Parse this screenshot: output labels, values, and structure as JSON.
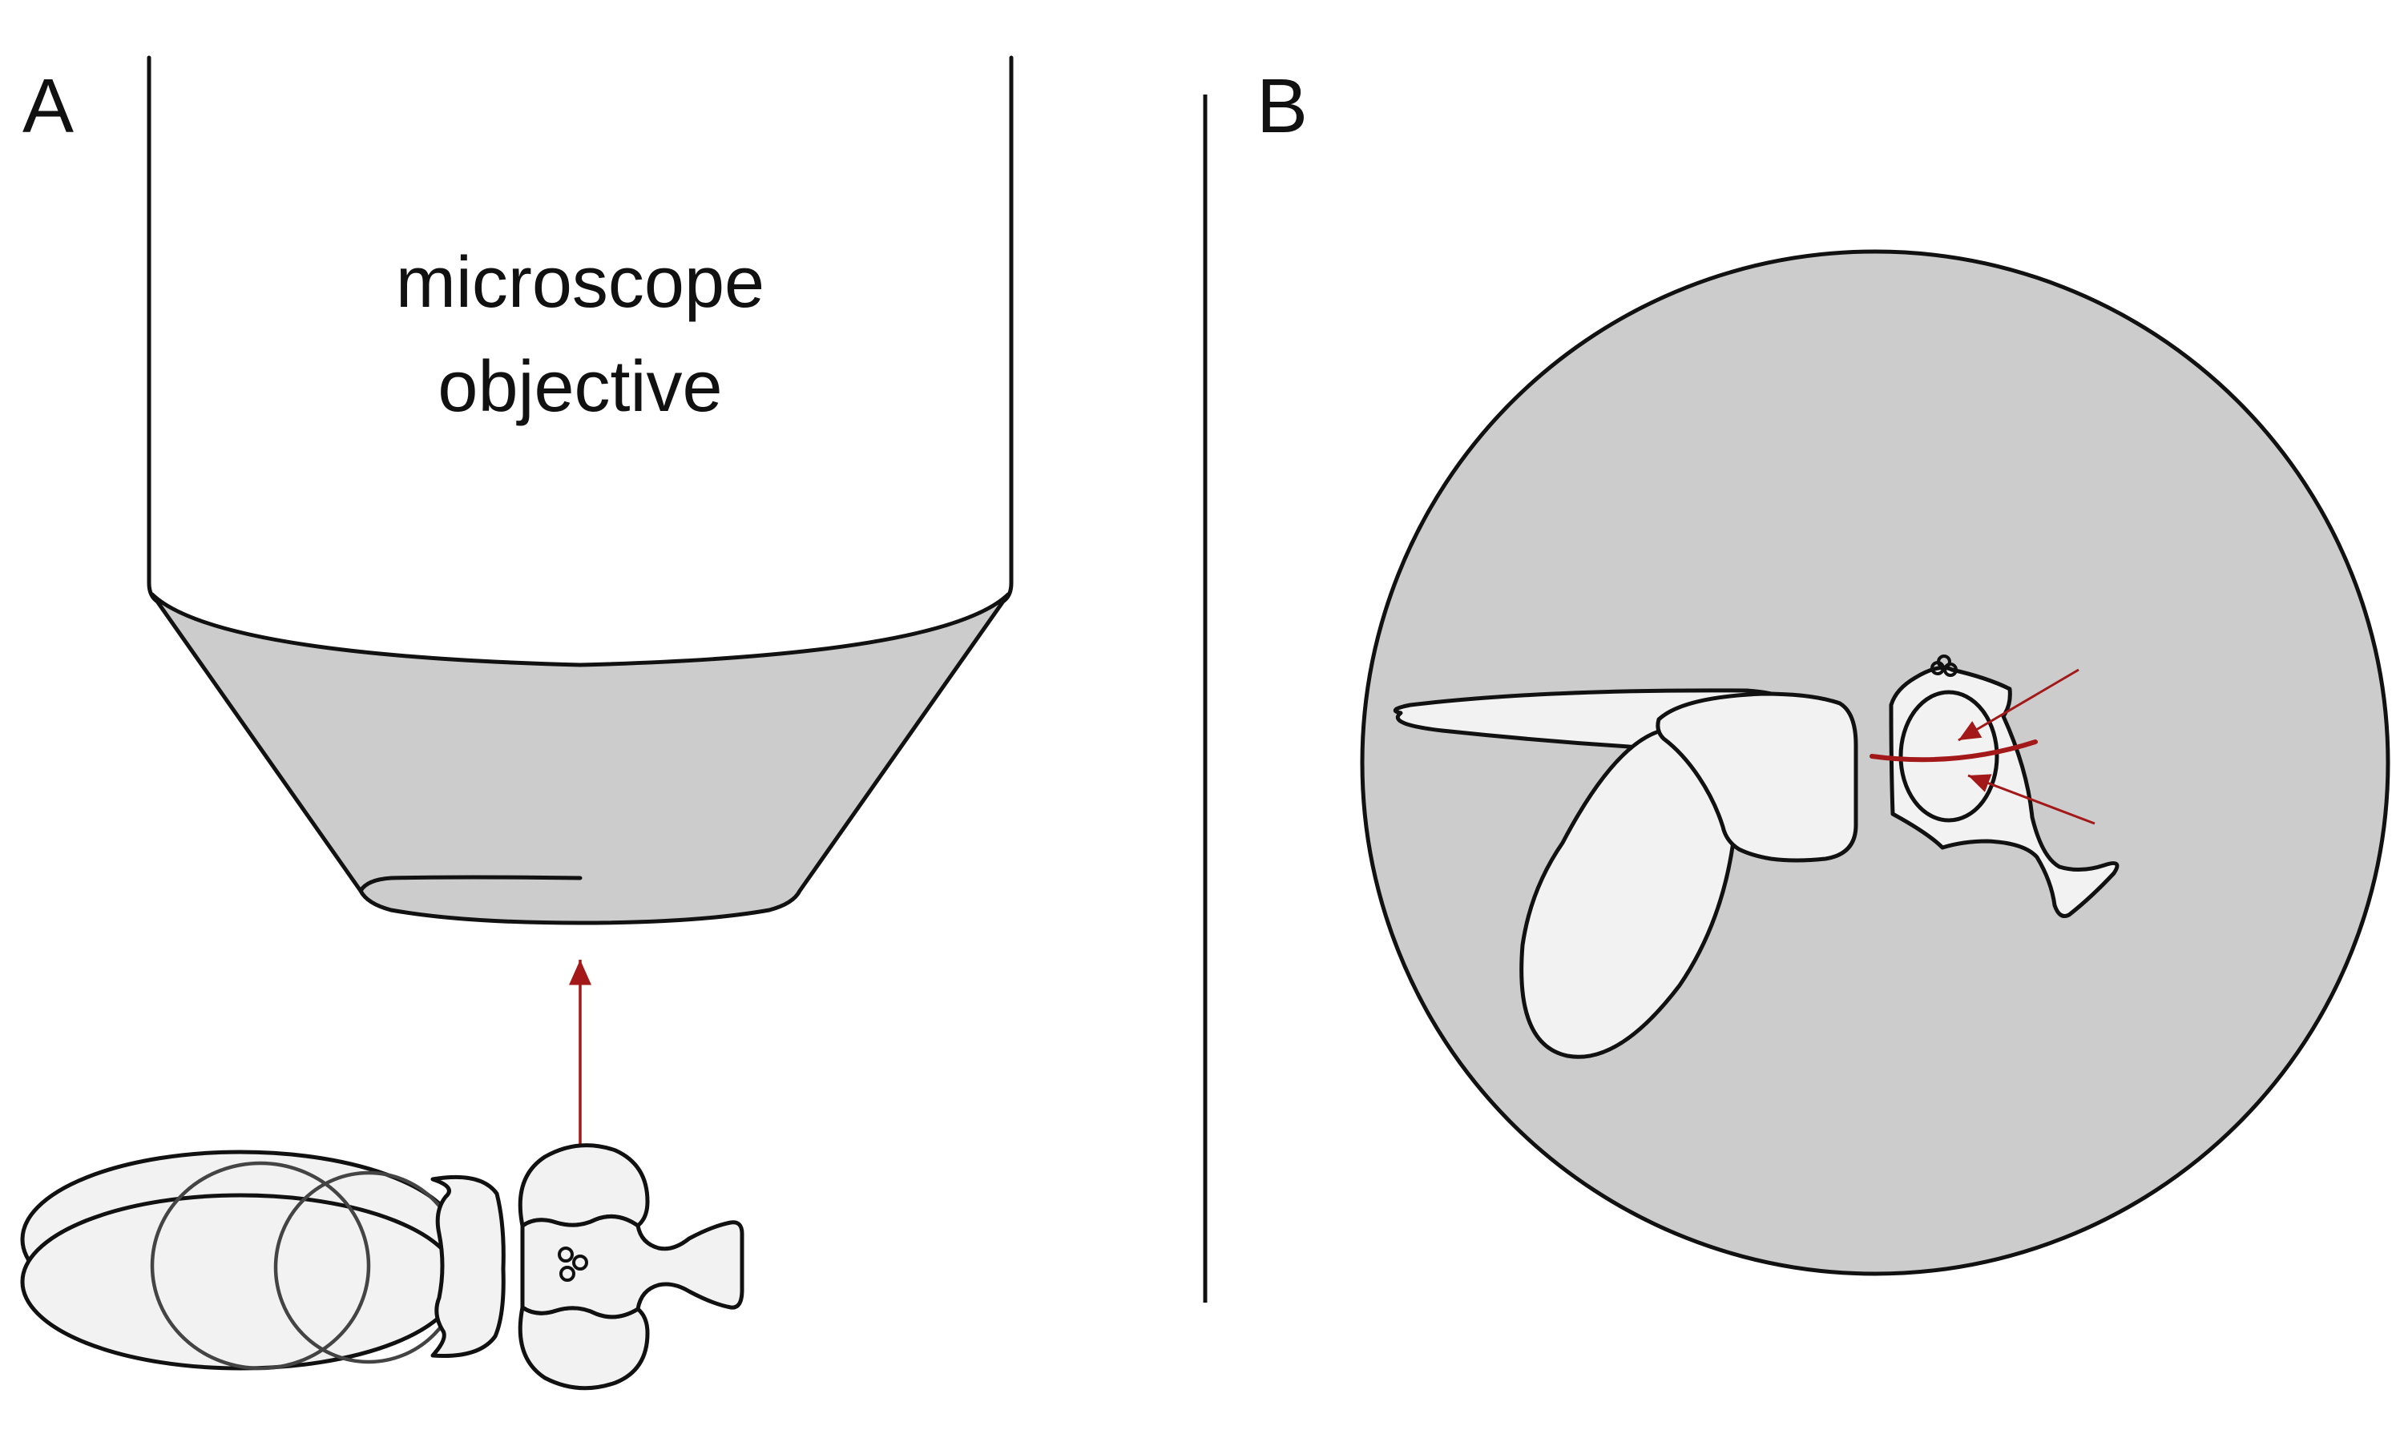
{
  "panels": {
    "a": {
      "label": "A",
      "objective_line1": "microscope",
      "objective_line2": "objective"
    },
    "b": {
      "label": "B"
    }
  },
  "colors": {
    "outline": "#111111",
    "lens_gray": "#cccccc",
    "specimen_fill": "#f2f2f2",
    "arrow_red": "#a31818",
    "background": "#ffffff"
  }
}
